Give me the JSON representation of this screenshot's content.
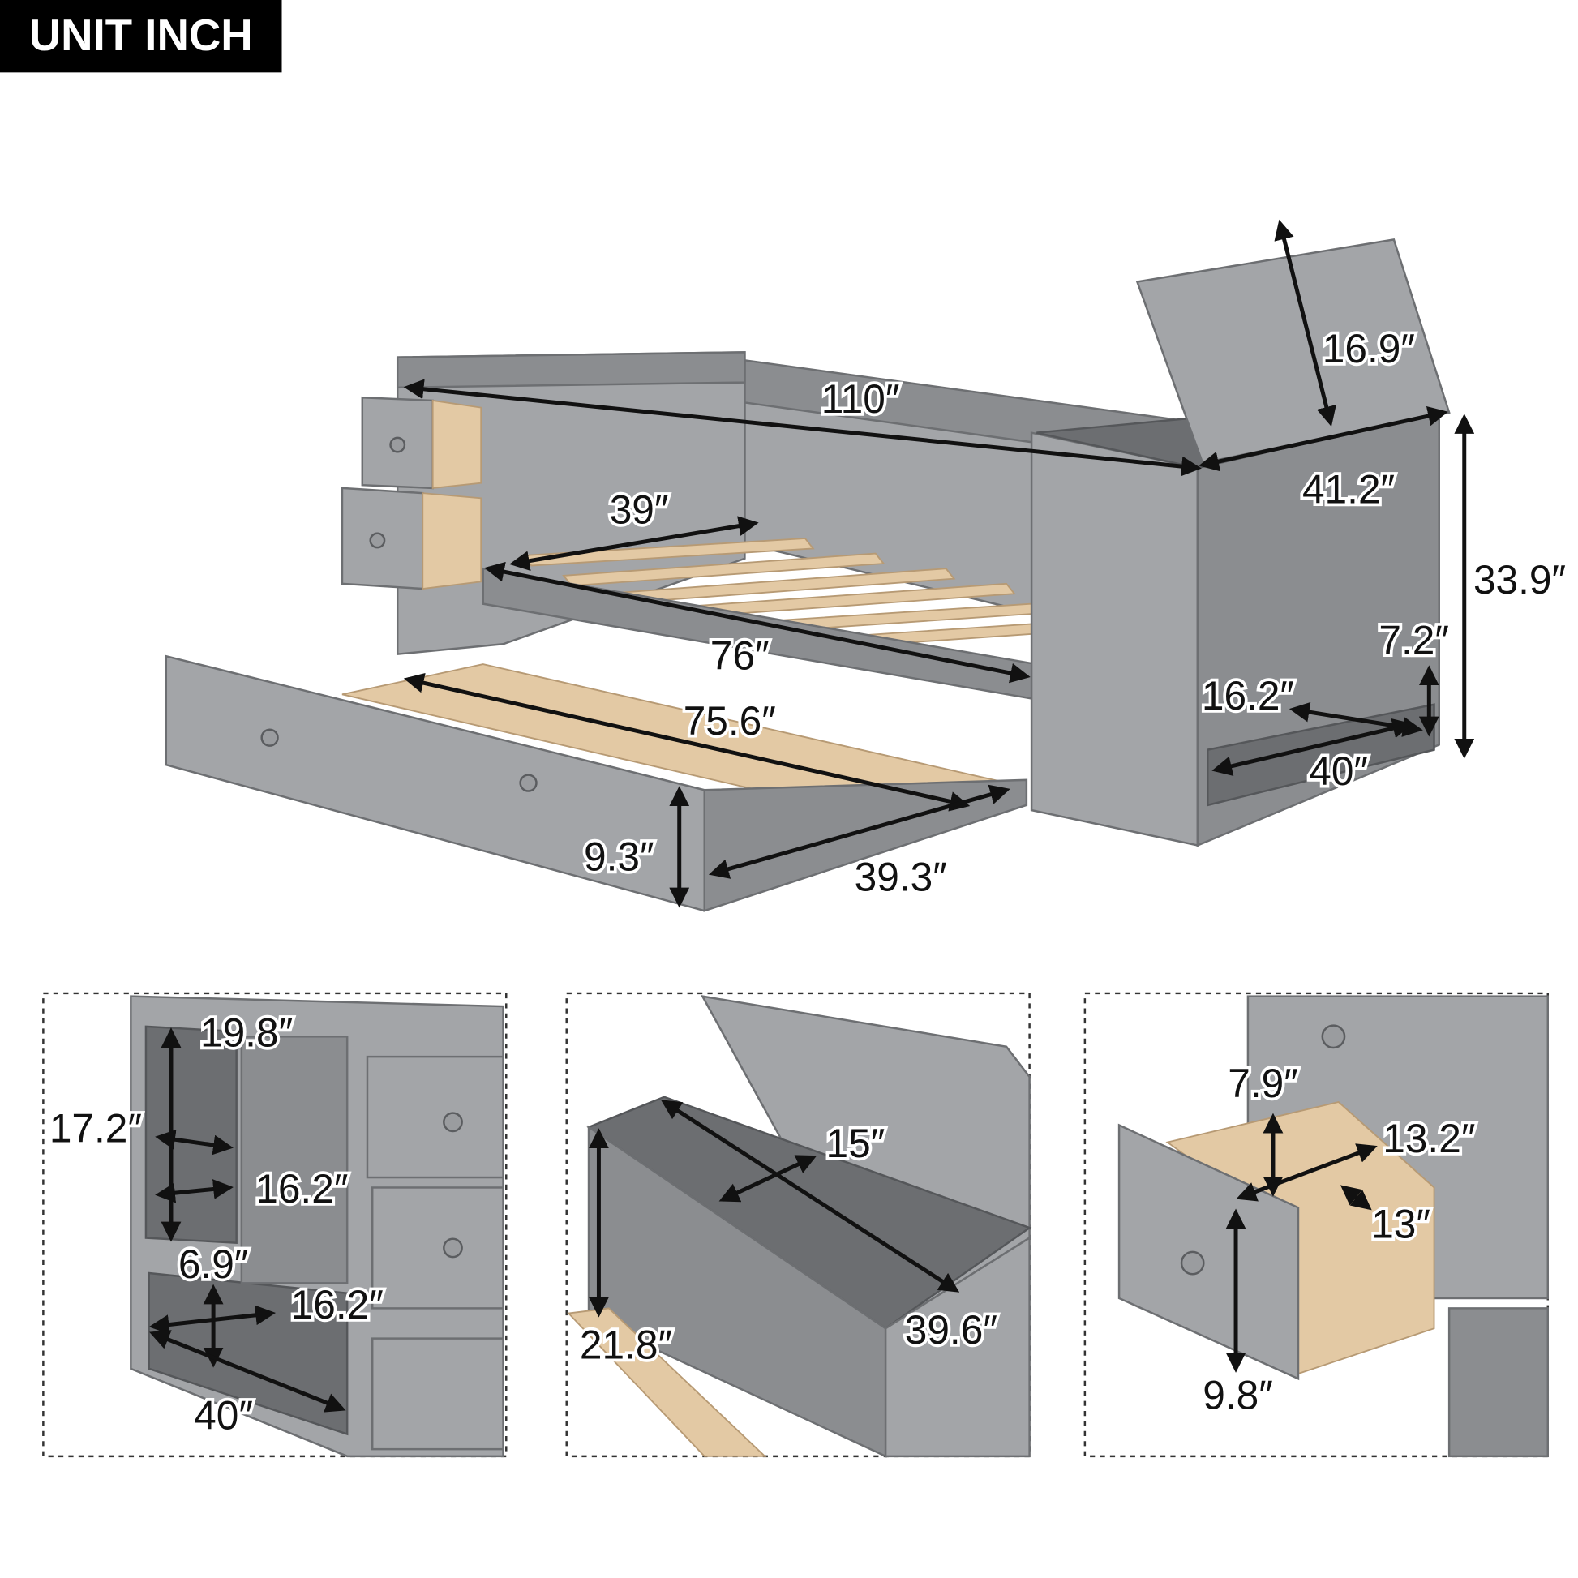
{
  "badge": {
    "label": "UNIT INCH",
    "background": "#000000",
    "color": "#ffffff"
  },
  "colors": {
    "furniture": "#8b8d90",
    "wood": "#e3c9a4",
    "arrow": "#111111"
  },
  "main_view": {
    "labels": {
      "overall_length": "110″",
      "lid_depth": "16.9″",
      "bed_width": "39″",
      "storage_width": "41.2″",
      "overall_height": "33.9″",
      "bed_length": "76″",
      "shelf_height": "7.2″",
      "shelf_depth": "16.2″",
      "trundle_length": "75.6″",
      "shelf_width": "40″",
      "trundle_height": "9.3″",
      "trundle_width": "39.3″"
    }
  },
  "detail_left": {
    "labels": {
      "top_width": "19.8″",
      "cubby_height": "17.2″",
      "cubby_depth": "16.2″",
      "shelf_height": "6.9″",
      "shelf_depth": "16.2″",
      "shelf_width": "40″"
    }
  },
  "detail_middle": {
    "labels": {
      "inner_depth": "15″",
      "inner_length": "39.6″",
      "inner_height": "21.8″"
    }
  },
  "detail_right": {
    "labels": {
      "drawer_height": "7.9″",
      "drawer_width": "13.2″",
      "drawer_depth": "13″",
      "front_height": "9.8″"
    }
  }
}
